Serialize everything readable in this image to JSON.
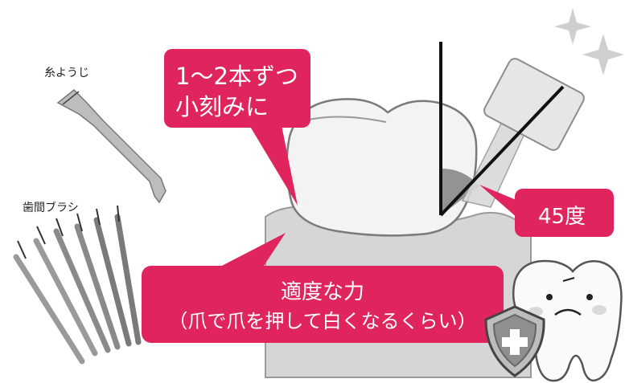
{
  "colors": {
    "accent": "#e0245e",
    "tooth": "#f2f2f2",
    "gum": "#cfcfcf",
    "line": "#1a1a1a"
  },
  "tools": {
    "floss_label": "糸ようじ",
    "brush_label": "歯間ブラシ"
  },
  "callouts": {
    "top_line1": "1～2本ずつ",
    "top_line2": "小刻みに",
    "angle": "45度",
    "bottom_line1": "適度な力",
    "bottom_line2": "（爪で爪を押して白くなるくらい）"
  },
  "icons": [
    "floss-pick-icon",
    "interdental-brush-icon",
    "sparkle-icon",
    "tooth-mascot-icon",
    "shield-icon"
  ]
}
